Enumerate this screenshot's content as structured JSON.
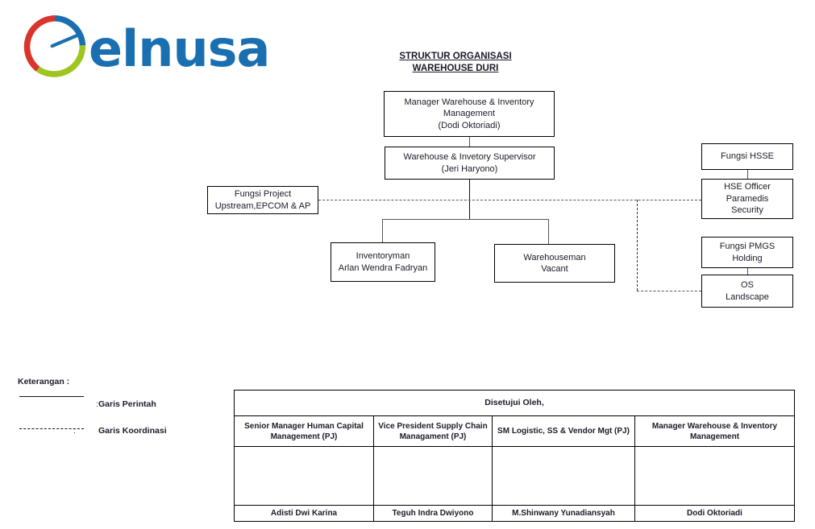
{
  "brand": {
    "name": "elnusa",
    "logo_colors": {
      "blue": "#1a6fb0",
      "red": "#d9352c",
      "green": "#9fc520"
    }
  },
  "title": {
    "line1": "STRUKTUR ORGANISASI",
    "line2": "WAREHOUSE DURI"
  },
  "nodes": {
    "manager": {
      "line1": "Manager Warehouse & Inventory",
      "line2": "Management",
      "line3": "(Dodi Oktoriadi)"
    },
    "supervisor": {
      "line1": "Warehouse & Invetory Supervisor",
      "line2": "(Jeri Haryono)"
    },
    "fungsi_project": {
      "line1": "Fungsi  Project",
      "line2": "Upstream,EPCOM & AP"
    },
    "inventoryman": {
      "line1": "Inventoryman",
      "line2": "Arlan Wendra Fadryan"
    },
    "warehouseman": {
      "line1": "Warehouseman",
      "line2": "Vacant"
    },
    "fungsi_hsse": {
      "line1": "Fungsi HSSE"
    },
    "hse_officer": {
      "line1": "HSE Officer",
      "line2": "Paramedis",
      "line3": "Security"
    },
    "fungsi_pmgs": {
      "line1": "Fungsi PMGS",
      "line2": "Holding"
    },
    "os_landscape": {
      "line1": "OS",
      "line2": "Landscape"
    }
  },
  "legend": {
    "title": "Keterangan :",
    "colon": ":",
    "solid_label": "Garis Perintah",
    "dashed_label": "Garis Koordinasi"
  },
  "approval": {
    "header": "Disetujui Oleh,",
    "columns": [
      {
        "title_line1": "Senior Manager Human Capital",
        "title_line2": "Management (PJ)",
        "name": "Adisti Dwi Karina"
      },
      {
        "title_line1": "Vice President Supply Chain",
        "title_line2": "Managament (PJ)",
        "name": "Teguh Indra Dwiyono"
      },
      {
        "title_line1": "SM Logistic, SS & Vendor Mgt (PJ)",
        "title_line2": "",
        "name": "M.Shinwany Yunadiansyah"
      },
      {
        "title_line1": "Manager Warehouse & Inventory",
        "title_line2": "Management",
        "name": "Dodi Oktoriadi"
      }
    ]
  }
}
